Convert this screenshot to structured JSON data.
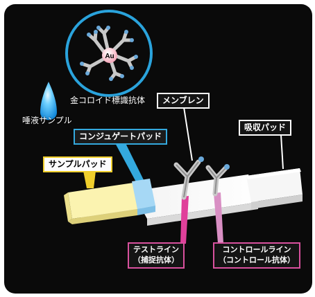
{
  "gold": {
    "symbol": "Au",
    "label": "金コロイド標識抗体"
  },
  "saliva": {
    "label": "唾液サンプル"
  },
  "callouts": {
    "membrane": "メンブレン",
    "absorbent_pad": "吸収パッド",
    "conjugate_pad": "コンジュゲートパッド",
    "sample_pad": "サンプルパッド"
  },
  "lines": {
    "test_title": "テストライン",
    "test_sub": "（捕捉抗体）",
    "control_title": "コントロールライン",
    "control_sub": "（コントロール抗体）"
  },
  "colors": {
    "background": "#0a0a0a",
    "cyan_accent": "#34a9de",
    "yellow_accent": "#f0cf2c",
    "magenta_accent": "#d9519e",
    "sample_pad": "#fbf3b0",
    "conjugate_pad": "#a6d8f5",
    "membrane": "#ffffff"
  }
}
